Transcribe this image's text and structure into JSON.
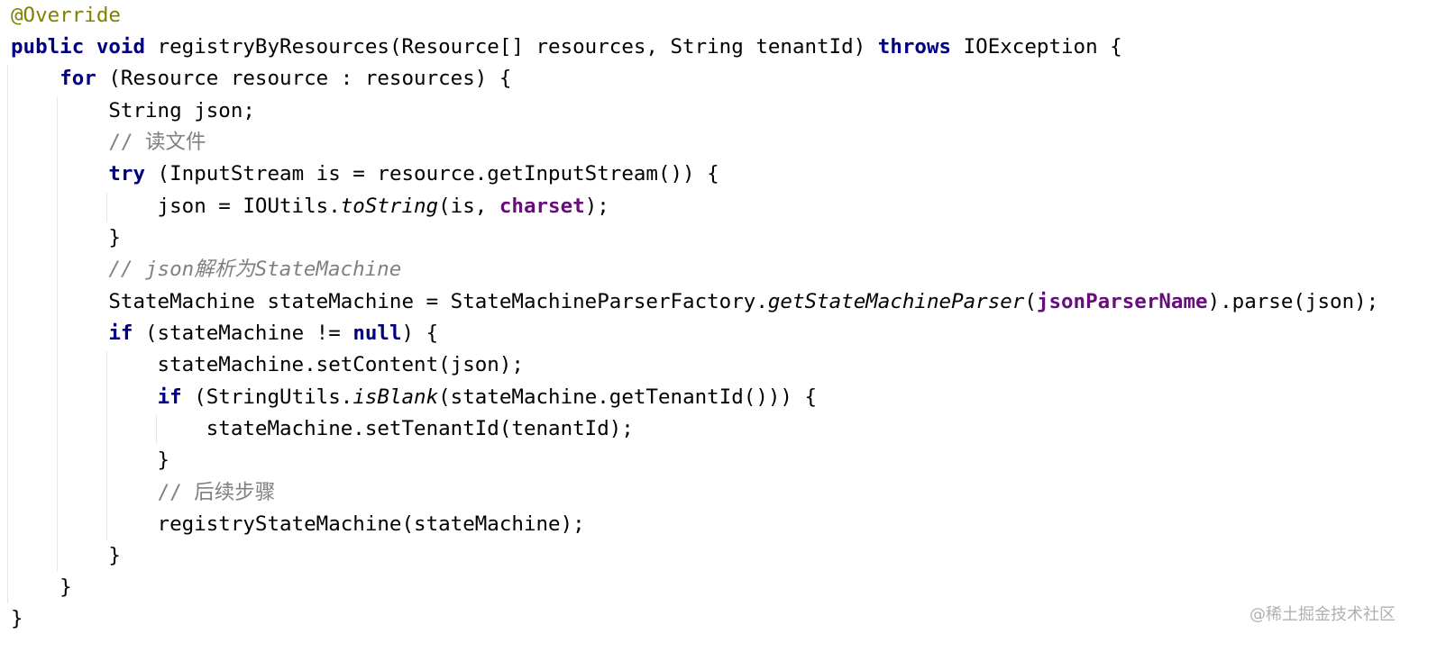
{
  "code": {
    "lines": [
      [
        {
          "t": "@Override",
          "c": "ann"
        }
      ],
      [
        {
          "t": "public",
          "c": "kw"
        },
        {
          "t": " "
        },
        {
          "t": "void",
          "c": "kw"
        },
        {
          "t": " registryByResources(Resource[] resources, String tenantId) "
        },
        {
          "t": "throws",
          "c": "kw"
        },
        {
          "t": " IOException {"
        }
      ],
      [
        {
          "t": "    "
        },
        {
          "t": "for",
          "c": "kw"
        },
        {
          "t": " (Resource resource : resources) {"
        }
      ],
      [
        {
          "t": "        String json;"
        }
      ],
      [
        {
          "t": "        "
        },
        {
          "t": "// 读文件",
          "c": "cmt"
        }
      ],
      [
        {
          "t": "        "
        },
        {
          "t": "try",
          "c": "kw"
        },
        {
          "t": " (InputStream is = resource.getInputStream()) {"
        }
      ],
      [
        {
          "t": "            json = IOUtils."
        },
        {
          "t": "toString",
          "c": "static"
        },
        {
          "t": "(is, "
        },
        {
          "t": "charset",
          "c": "field"
        },
        {
          "t": ");"
        }
      ],
      [
        {
          "t": "        }"
        }
      ],
      [
        {
          "t": "        "
        },
        {
          "t": "// json解析为StateMachine",
          "c": "cmt-i"
        }
      ],
      [
        {
          "t": "        StateMachine stateMachine = StateMachineParserFactory."
        },
        {
          "t": "getStateMachineParser",
          "c": "static"
        },
        {
          "t": "("
        },
        {
          "t": "jsonParserName",
          "c": "field"
        },
        {
          "t": ").parse(json);"
        }
      ],
      [
        {
          "t": "        "
        },
        {
          "t": "if",
          "c": "kw"
        },
        {
          "t": " (stateMachine != "
        },
        {
          "t": "null",
          "c": "kw"
        },
        {
          "t": ") {"
        }
      ],
      [
        {
          "t": "            stateMachine.setContent(json);"
        }
      ],
      [
        {
          "t": "            "
        },
        {
          "t": "if",
          "c": "kw"
        },
        {
          "t": " (StringUtils."
        },
        {
          "t": "isBlank",
          "c": "static"
        },
        {
          "t": "(stateMachine.getTenantId())) {"
        }
      ],
      [
        {
          "t": "                stateMachine.setTenantId(tenantId);"
        }
      ],
      [
        {
          "t": "            }"
        }
      ],
      [
        {
          "t": "            "
        },
        {
          "t": "// 后续步骤",
          "c": "cmt"
        }
      ],
      [
        {
          "t": "            registryStateMachine(stateMachine);"
        }
      ],
      [
        {
          "t": "        }"
        }
      ],
      [
        {
          "t": "    }"
        }
      ],
      [
        {
          "t": "}"
        }
      ]
    ]
  },
  "watermark": "@稀土掘金技术社区"
}
